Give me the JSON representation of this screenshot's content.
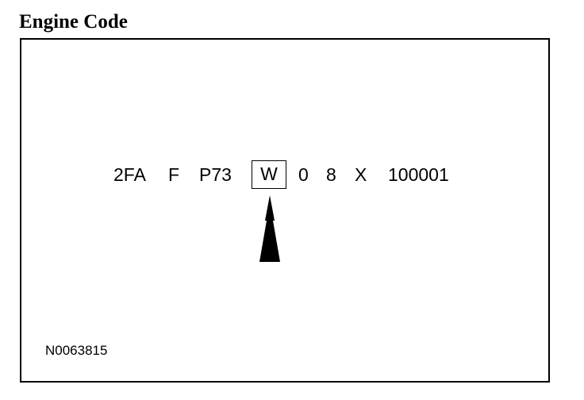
{
  "title": "Engine Code",
  "vin_segments": {
    "s1": "2FA",
    "s2": "F",
    "s3": "P73",
    "engine_code": "W",
    "s5": "0",
    "s6": "8",
    "s7": "X",
    "s8": "100001"
  },
  "arrow_icon": "up-arrow-icon",
  "figure_id": "N0063815",
  "colors": {
    "ink": "#000000",
    "background": "#ffffff"
  }
}
